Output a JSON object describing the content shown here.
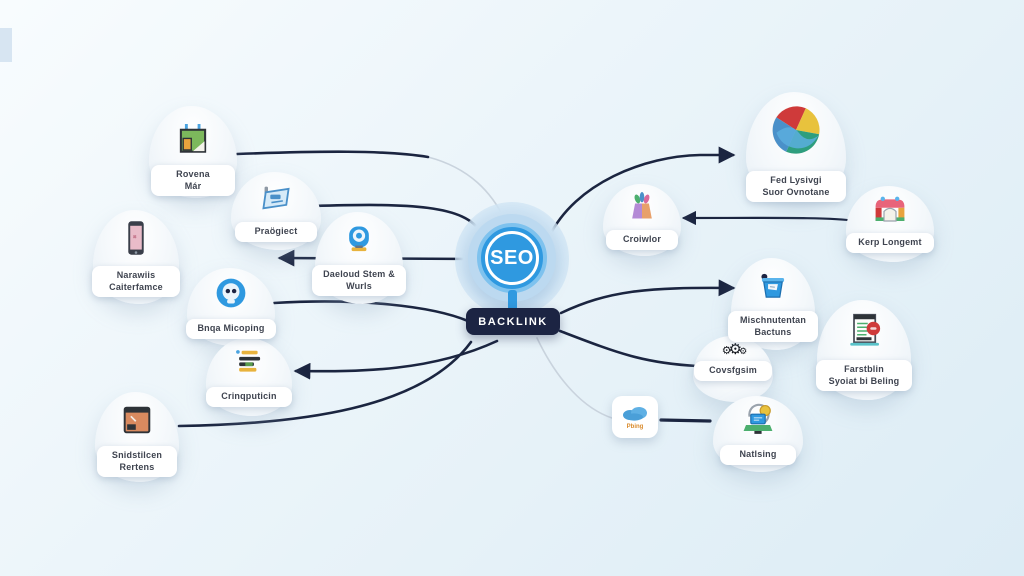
{
  "center": {
    "label": "SEO",
    "tag": "BACKLINK"
  },
  "colors": {
    "accent_blue": "#2f99e0",
    "line_dark": "#1b2540",
    "line_faint": "#c9d3dd",
    "backlink_bg": "#1c2443",
    "background_top": "#f8fcfe",
    "background_bottom": "#dcecf5"
  },
  "nodes": {
    "rovena": {
      "line1": "Rovena",
      "line2": "Már",
      "icon": "sitemap-icon"
    },
    "praogiect": {
      "line1": "Praögiect",
      "line2": "",
      "icon": "banner-icon"
    },
    "daeloud": {
      "line1": "Daeloud Stem &",
      "line2": "Wurls",
      "icon": "webcam-icon"
    },
    "narawiis": {
      "line1": "Narawiis",
      "line2": "Caiterfamce",
      "icon": "phone-icon"
    },
    "bnqa": {
      "line1": "Bnqa Micoping",
      "line2": "",
      "icon": "robot-icon"
    },
    "crinqputicin": {
      "line1": "Crinqputicin",
      "line2": "",
      "icon": "barchart-icon"
    },
    "snidstilcen": {
      "line1": "Snidstilcen",
      "line2": "Rertens",
      "icon": "browser-icon"
    },
    "croiwlor": {
      "line1": "Croiwlor",
      "line2": "",
      "icon": "bag-icon"
    },
    "fedlysivgi": {
      "line1": "Fed Lysivgi",
      "line2": "Suor Ovnotane",
      "icon": "chrome-icon"
    },
    "kerp": {
      "line1": "Kerp Longemt",
      "line2": "",
      "icon": "castle-icon"
    },
    "mischnutentan": {
      "line1": "Mischnutentan",
      "line2": "Bactuns",
      "icon": "basket-icon"
    },
    "farstblin": {
      "line1": "Farstblin",
      "line2": "Syoiat bi Beling",
      "icon": "invoice-icon"
    },
    "covsfgsim": {
      "line1": "Covsfgsim",
      "line2": "",
      "icon": "gears-icon"
    },
    "pbing": {
      "line1": "Pbing",
      "line2": "",
      "icon": "cloud-icon"
    },
    "natlsing": {
      "line1": "Natlsing",
      "line2": "",
      "icon": "desk-icon"
    }
  }
}
